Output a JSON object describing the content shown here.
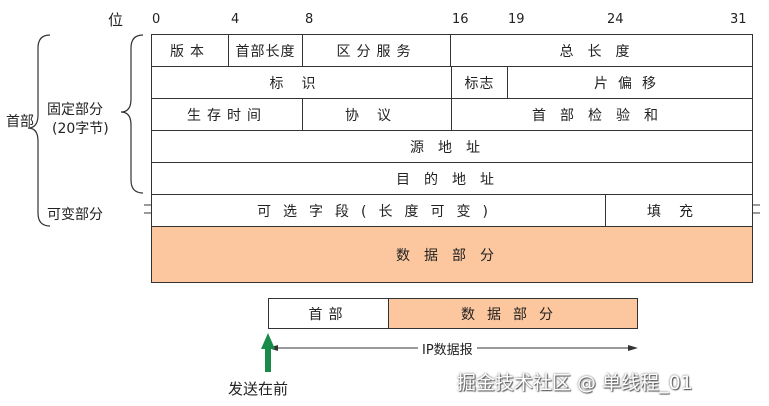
{
  "bit_axis": {
    "title": "位",
    "ticks": [
      "0",
      "4",
      "8",
      "16",
      "19",
      "24",
      "31"
    ]
  },
  "side_labels": {
    "header": "首部",
    "fixed_part": "固定部分",
    "fixed_part_note": "(20字节)",
    "variable_part": "可变部分"
  },
  "rows": {
    "row1": {
      "version": "版本",
      "header_length": "首部长度",
      "dsf": "区分服务",
      "total_length": "总长度"
    },
    "row2": {
      "identification": "标识",
      "flags": "标志",
      "fragment_offset": "片偏移"
    },
    "row3": {
      "ttl": "生存时间",
      "protocol": "协议",
      "checksum": "首部检验和"
    },
    "row4": {
      "src": "源地址"
    },
    "row5": {
      "dst": "目的地址"
    },
    "row6": {
      "options": "可选字段(长度可变)",
      "padding": "填充"
    },
    "data": "数据部分"
  },
  "datagram": {
    "header": "首部",
    "data": "数据部分",
    "label": "IP数据报",
    "send_first": "发送在前"
  },
  "watermark": "掘金技术社区 @ 单线程_01",
  "colors": {
    "orange": "#fcc79e",
    "arrow_green": "#1a8a4a"
  }
}
